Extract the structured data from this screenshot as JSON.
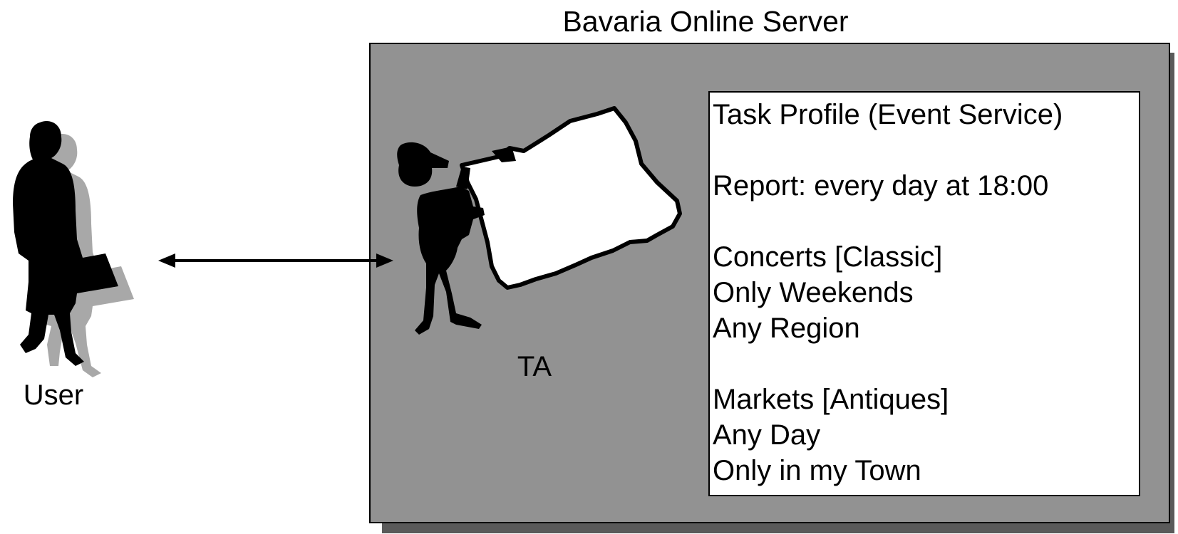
{
  "server": {
    "title": "Bavaria Online Server",
    "agent_label": "TA"
  },
  "task_profile": {
    "lines": [
      "Task Profile (Event Service)",
      "Report: every day at 18:00",
      "Concerts [Classic]",
      "Only Weekends",
      "Any Region",
      "Markets [Antiques]",
      "Any Day",
      "Only in my Town"
    ]
  },
  "user": {
    "label": "User"
  },
  "connection": {
    "type": "bidirectional-arrow"
  },
  "colors": {
    "server_background": "#929292",
    "server_shadow": "#5a5a5a",
    "panel_background": "#ffffff",
    "figure": "#000000",
    "figure_shadow": "#a8a8a8"
  }
}
